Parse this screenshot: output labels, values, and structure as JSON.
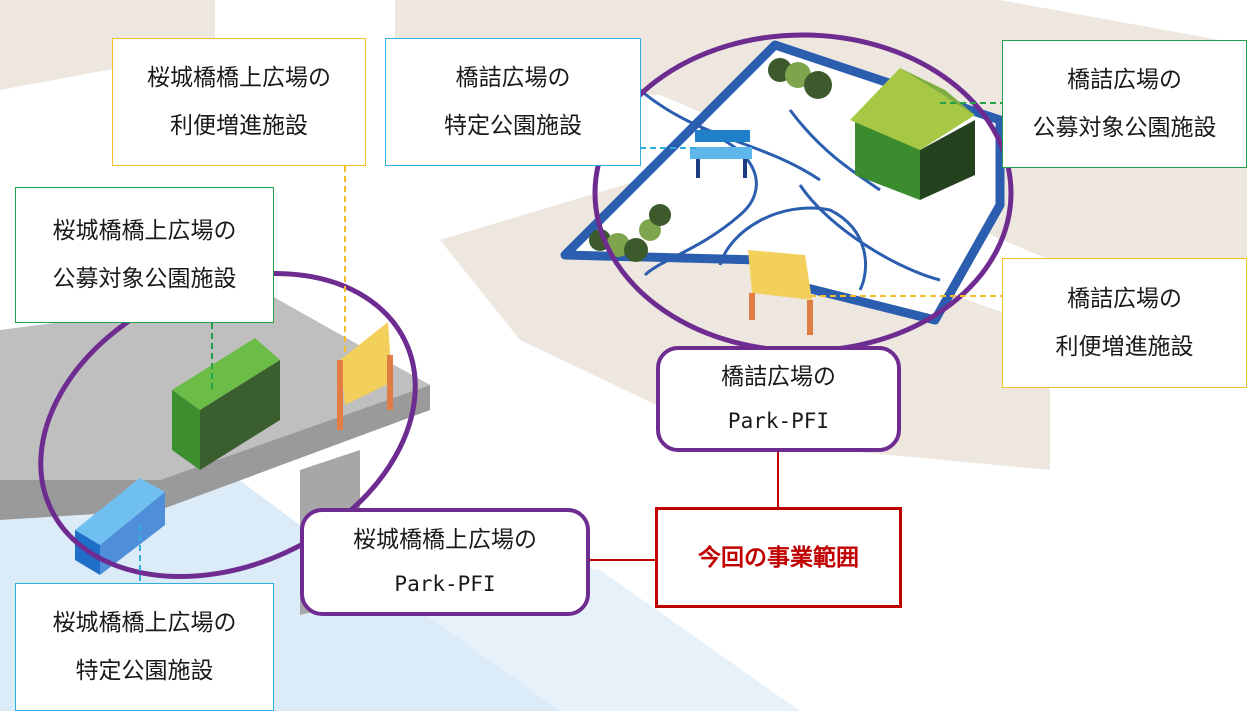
{
  "labels": {
    "bridge_convenience": [
      "桜城橋橋上広場の",
      "利便増進施設"
    ],
    "bridgehead_specific": [
      "橋詰広場の",
      "特定公園施設"
    ],
    "bridgehead_public": [
      "橋詰広場の",
      "公募対象公園施設"
    ],
    "bridge_public": [
      "桜城橋橋上広場の",
      "公募対象公園施設"
    ],
    "bridgehead_convenience": [
      "橋詰広場の",
      "利便増進施設"
    ],
    "bridgehead_pfi": [
      "橋詰広場の",
      "Park-PFI"
    ],
    "bridge_pfi": [
      "桜城橋橋上広場の",
      "Park-PFI"
    ],
    "scope": "今回の事業範囲",
    "bridge_specific": [
      "桜城橋橋上広場の",
      "特定公園施設"
    ]
  },
  "colors": {
    "specific_facility": "#31aee0",
    "convenience_facility": "#f4bd2c",
    "public_facility": "#22a04a",
    "pfi_frame": "#6e2c91",
    "scope": "#c00000"
  }
}
